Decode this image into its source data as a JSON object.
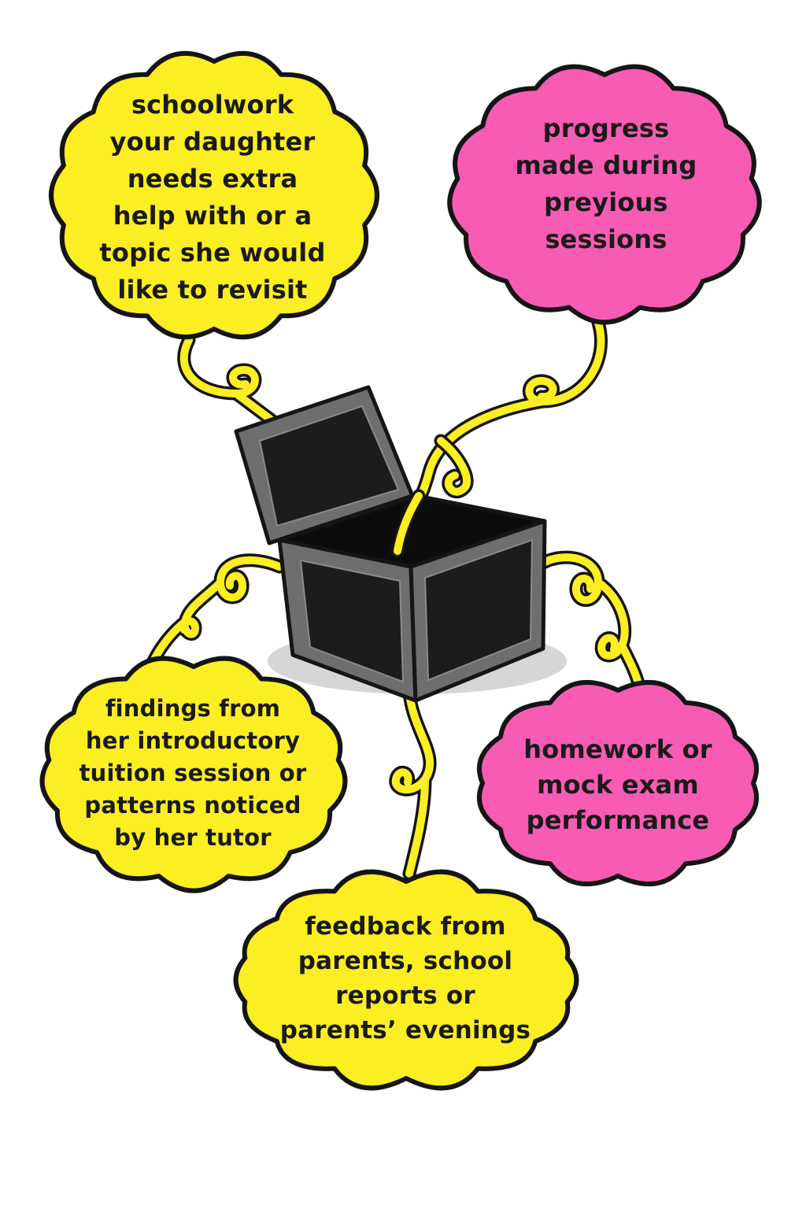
{
  "colors": {
    "yellow": "#fbee22",
    "pink": "#f75bb4",
    "box": "#1c1c1c",
    "box_rim": "#6e6e6e",
    "outline": "#151515"
  },
  "nodes": {
    "top_left": {
      "lines": [
        "schoolwork",
        "your daughter",
        "needs extra",
        "help with or a",
        "topic she would",
        "like to revisit"
      ]
    },
    "top_right": {
      "lines": [
        "progress",
        "made during",
        "preyious",
        "sessions"
      ]
    },
    "mid_left": {
      "lines": [
        "findings from",
        "her introductory",
        "tuition session or",
        "patterns noticed",
        "by her tutor"
      ]
    },
    "mid_right": {
      "lines": [
        "homework or",
        "mock exam",
        "performance"
      ]
    },
    "bottom": {
      "lines": [
        "feedback from",
        "parents, school",
        "reports or",
        "parents’ evenings"
      ]
    }
  },
  "center": {
    "icon": "open-box-icon"
  }
}
